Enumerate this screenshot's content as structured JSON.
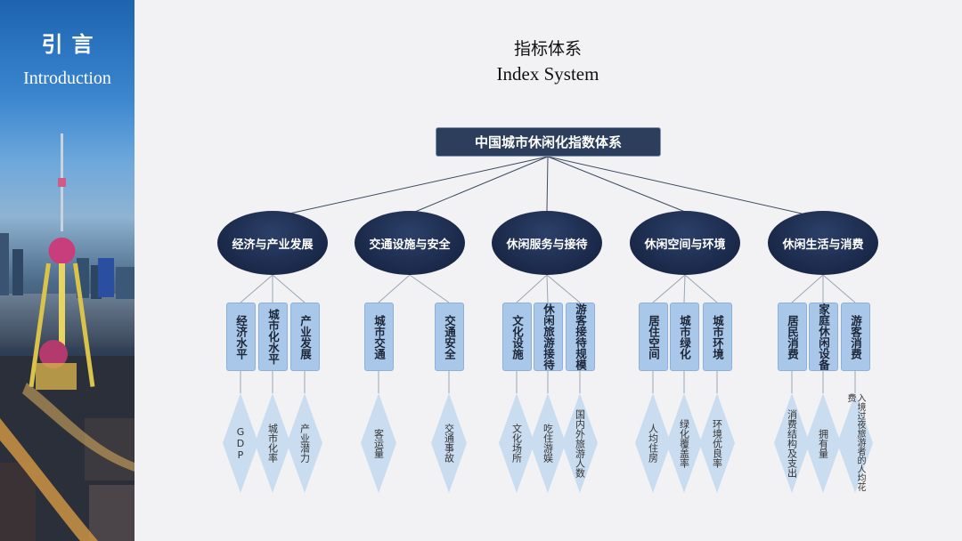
{
  "sidebar": {
    "title_cn": "引言",
    "title_en": "Introduction"
  },
  "heading": {
    "cn": "指标体系",
    "en": "Index System"
  },
  "root": "中国城市休闲化指数体系",
  "categories": [
    {
      "label": "经济与产业发展",
      "subs": [
        {
          "label": "经济水平",
          "leaf": "GDP"
        },
        {
          "label": "城市化水平",
          "leaf": "城市化率"
        },
        {
          "label": "产业发展",
          "leaf": "产业潜力"
        }
      ]
    },
    {
      "label": "交通设施与安全",
      "subs": [
        {
          "label": "城市交通",
          "leaf": "客运量"
        },
        {
          "label": "交通安全",
          "leaf": "交通事故"
        }
      ]
    },
    {
      "label": "休闲服务与接待",
      "subs": [
        {
          "label": "文化设施",
          "leaf": "文化场所"
        },
        {
          "label": "休闲旅游接待",
          "leaf": "吃住游娱"
        },
        {
          "label": "游客接待规模",
          "leaf": "国内外旅游人数"
        }
      ]
    },
    {
      "label": "休闲空间与环境",
      "subs": [
        {
          "label": "居住空间",
          "leaf": "人均住房"
        },
        {
          "label": "城市绿化",
          "leaf": "绿化覆盖率"
        },
        {
          "label": "城市环境",
          "leaf": "环境优良率"
        }
      ]
    },
    {
      "label": "休闲生活与消费",
      "subs": [
        {
          "label": "居民消费",
          "leaf": "消费结构及支出"
        },
        {
          "label": "家庭休闲设备",
          "leaf": "拥有量"
        },
        {
          "label": "游客消费",
          "leaf": "入境过夜旅游者的人均花费"
        }
      ]
    }
  ],
  "colors": {
    "root": "#2c3e5c",
    "category": "#1a2849",
    "sub": "#a9c7e8",
    "leaf": "#c9dcf0",
    "line": "#3c4a60"
  }
}
